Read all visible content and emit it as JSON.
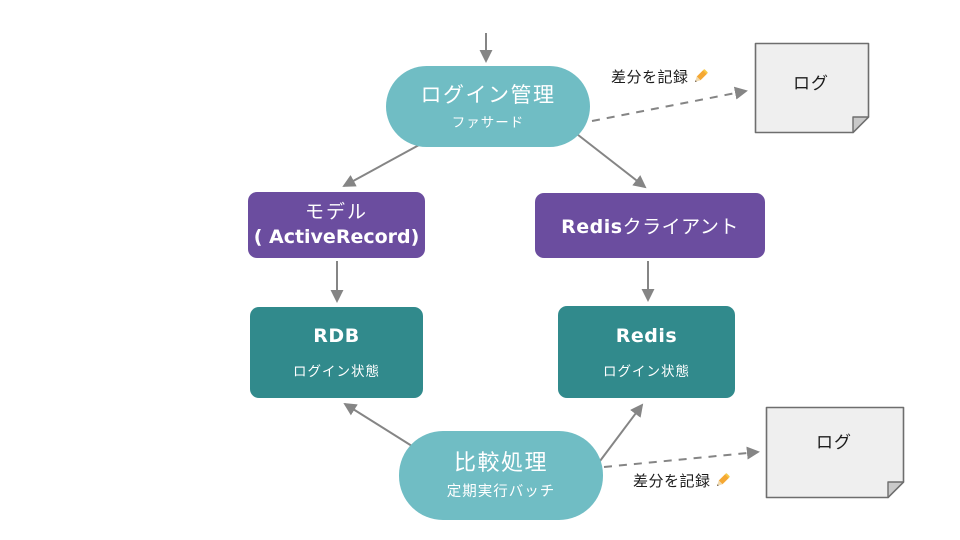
{
  "colors": {
    "pill_teal": "#70bdc4",
    "box_purple": "#6b4d9f",
    "box_teal_dark": "#318a8c",
    "note_fill": "#efefef",
    "note_border": "#6e6e6e",
    "note_fold": "#c9c9c9",
    "arrow_gray": "#858585",
    "text_on_shape": "#ffffff",
    "annotation_text": "#1c1c1c",
    "pencil_orange": "#f5a833"
  },
  "nodes": {
    "facade": {
      "title": "ログイン管理",
      "subtitle": "ファサード"
    },
    "model": {
      "line1": "モデル",
      "line2": "( ActiveRecord)"
    },
    "redis_client": {
      "name": "Redis",
      "suffix": "クライアント"
    },
    "rdb": {
      "title": "RDB",
      "subtitle": "ログイン状態"
    },
    "redis": {
      "title": "Redis",
      "subtitle": "ログイン状態"
    },
    "batch": {
      "title": "比較処理",
      "subtitle": "定期実行バッチ"
    }
  },
  "annotations": {
    "diff_top": {
      "label": "差分を記録",
      "icon": "pencil-icon"
    },
    "diff_bottom": {
      "label": "差分を記録",
      "icon": "pencil-icon"
    }
  },
  "notes": {
    "log_top": {
      "label": "ログ"
    },
    "log_bottom": {
      "label": "ログ"
    }
  }
}
